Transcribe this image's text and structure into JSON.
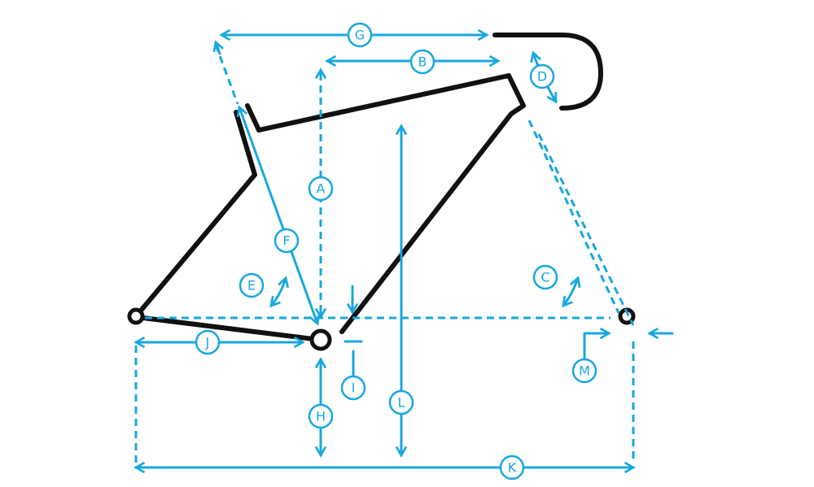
{
  "labels": {
    "A": "A",
    "B": "B",
    "C": "C",
    "D": "D",
    "E": "E",
    "F": "F",
    "G": "G",
    "H": "H",
    "I": "I",
    "J": "J",
    "K": "K",
    "L": "L",
    "M": "M"
  },
  "colors": {
    "accent": "#17a7e0",
    "frame": "#111111",
    "background": "#ffffff"
  }
}
